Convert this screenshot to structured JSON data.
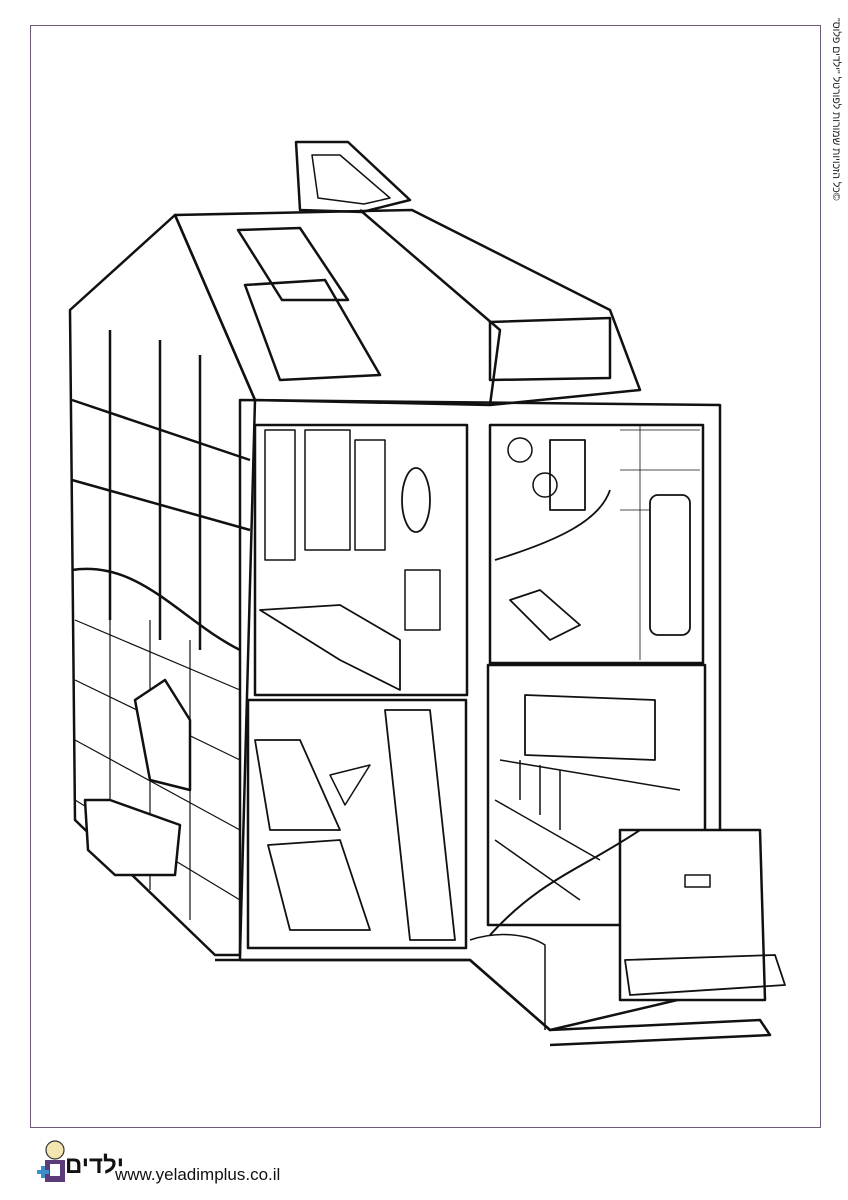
{
  "copyright": "©כל הזכויות שמורות לפורטל \"ילדים פלוס\"",
  "footer": {
    "logo_text": "ילדים",
    "url": "www.yeladimplus.co.il"
  },
  "colors": {
    "frame": "#6b5a78",
    "line": "#111111"
  }
}
